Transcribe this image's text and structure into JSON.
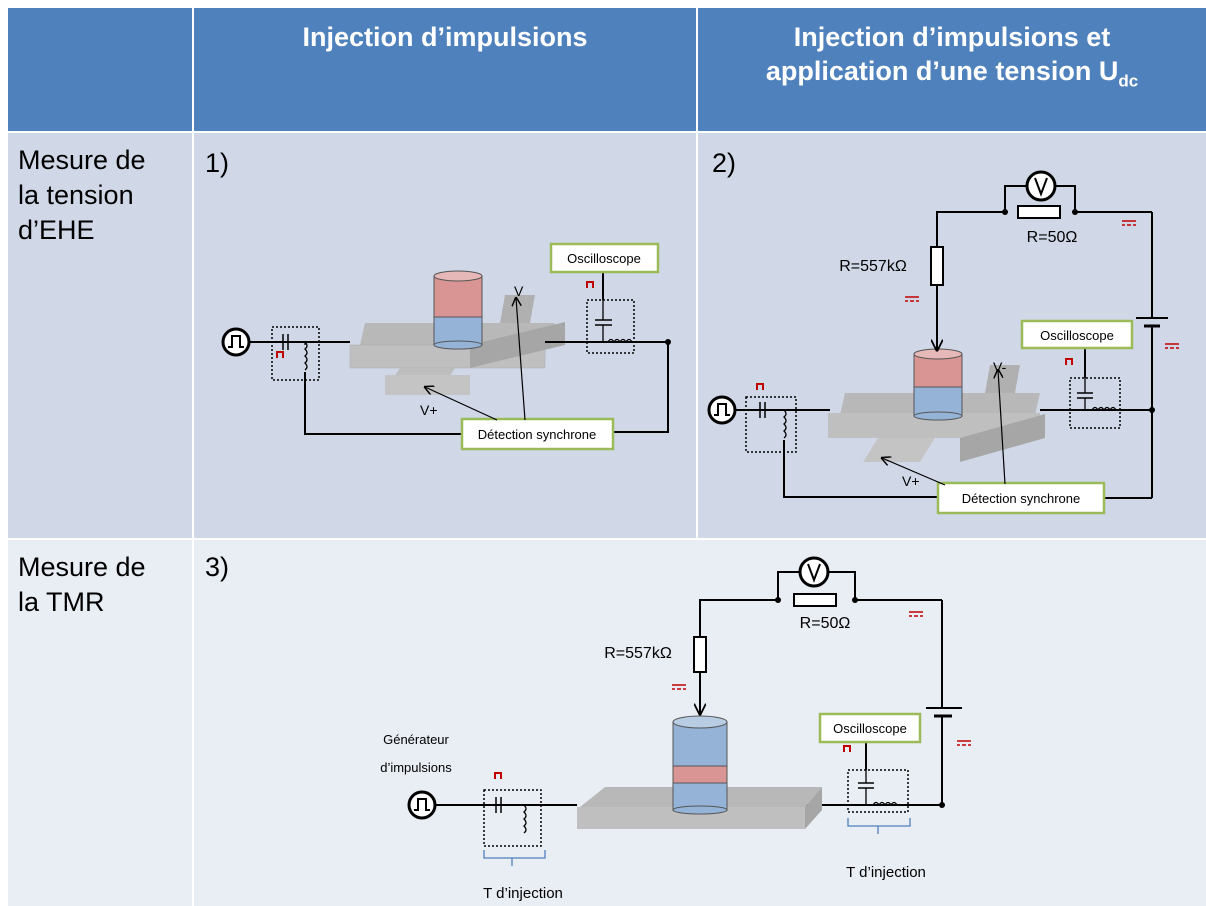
{
  "header": {
    "col1": "Injection d’impulsions",
    "col2_line1": "Injection d’impulsions et",
    "col2_line2": "application d’une tension U",
    "col2_sub": "dc"
  },
  "rows": [
    {
      "label_lines": [
        "Mesure de",
        "la tension",
        "d’EHE"
      ]
    },
    {
      "label_lines": [
        "Mesure de",
        "la TMR"
      ]
    }
  ],
  "panels": {
    "p1": {
      "number": "1)",
      "oscilloscope": "Oscilloscope",
      "detection": "Détection synchrone",
      "v_minus": "V",
      "v_plus": "V+"
    },
    "p2": {
      "number": "2)",
      "r_large": "R=557kΩ",
      "r_small": "R=50Ω",
      "oscilloscope": "Oscilloscope",
      "detection": "Détection synchrone",
      "v_minus": "V-",
      "v_plus": "V+"
    },
    "p3": {
      "number": "3)",
      "r_large": "R=557kΩ",
      "r_small": "R=50Ω",
      "oscilloscope": "Oscilloscope",
      "generator_line1": "Générateur",
      "generator_line2": "d’impulsions",
      "t_injection_left": "T d’injection",
      "t_injection_right": "T d’injection"
    }
  },
  "colors": {
    "header_bg": "#4f81bd",
    "cell_light": "#e9edf4",
    "cell_dark": "#d0d8e8",
    "pillar_red": "#d99594",
    "pillar_blue": "#95b3d7",
    "box_border": "#9bbb59",
    "pulse_red": "#c00000",
    "bracket_blue": "#4f81bd"
  }
}
